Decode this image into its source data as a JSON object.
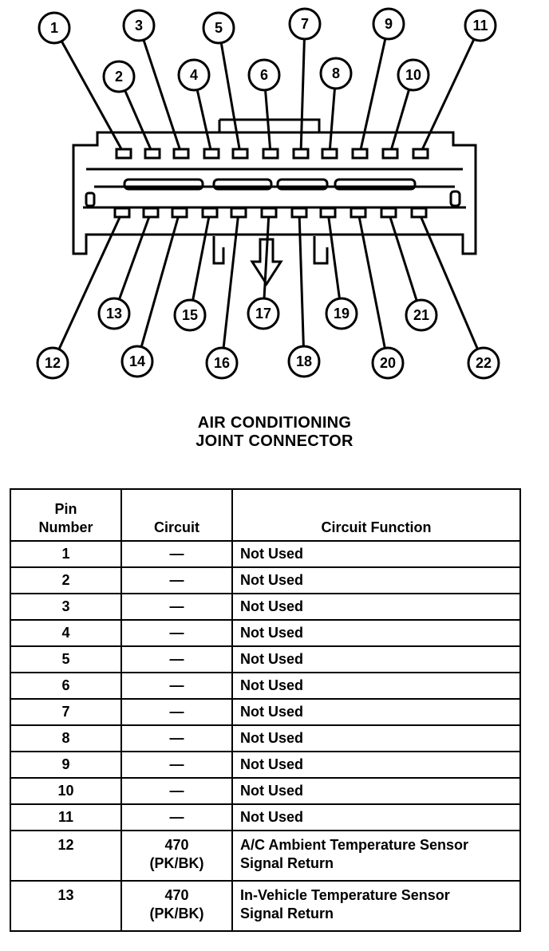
{
  "title_line1": "AIR CONDITIONING",
  "title_line2": "JOINT CONNECTOR",
  "top_pins": [
    "1",
    "2",
    "3",
    "4",
    "5",
    "6",
    "7",
    "8",
    "9",
    "10",
    "11"
  ],
  "bottom_pins": [
    "12",
    "13",
    "14",
    "15",
    "16",
    "17",
    "18",
    "19",
    "20",
    "21",
    "22"
  ],
  "table": {
    "headers": {
      "pin_line1": "Pin",
      "pin_line2": "Number",
      "circuit": "Circuit",
      "function": "Circuit Function"
    },
    "rows": [
      {
        "pin": "1",
        "circuit": "—",
        "function": "Not Used"
      },
      {
        "pin": "2",
        "circuit": "—",
        "function": "Not Used"
      },
      {
        "pin": "3",
        "circuit": "—",
        "function": "Not Used"
      },
      {
        "pin": "4",
        "circuit": "—",
        "function": "Not Used"
      },
      {
        "pin": "5",
        "circuit": "—",
        "function": "Not Used"
      },
      {
        "pin": "6",
        "circuit": "—",
        "function": "Not Used"
      },
      {
        "pin": "7",
        "circuit": "—",
        "function": "Not Used"
      },
      {
        "pin": "8",
        "circuit": "—",
        "function": "Not Used"
      },
      {
        "pin": "9",
        "circuit": "—",
        "function": "Not Used"
      },
      {
        "pin": "10",
        "circuit": "—",
        "function": "Not Used"
      },
      {
        "pin": "11",
        "circuit": "—",
        "function": "Not Used"
      },
      {
        "pin": "12",
        "circuit": "470",
        "circuit_color": "(PK/BK)",
        "function": "A/C Ambient Temperature Sensor",
        "function_line2": "Signal Return"
      },
      {
        "pin": "13",
        "circuit": "470",
        "circuit_color": "(PK/BK)",
        "function": "In-Vehicle Temperature Sensor",
        "function_line2": "Signal Return"
      }
    ]
  }
}
